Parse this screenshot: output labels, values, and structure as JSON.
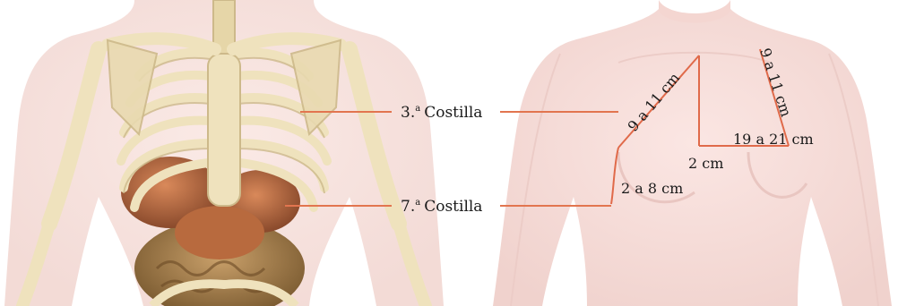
{
  "labels": {
    "rib3": {
      "prefix": "3.",
      "sup": "a",
      "name": "Costilla"
    },
    "rib7": {
      "prefix": "7.",
      "sup": "a",
      "name": "Costilla"
    }
  },
  "measurements": {
    "diagonal_left": "9 a 11 cm",
    "diagonal_right": "9 a 11 cm",
    "horizontal_right": "19 a 21 cm",
    "sternum_gap": "2 cm",
    "lower_left": "2 a 8 cm"
  },
  "colors": {
    "leader_line": "#e2754f",
    "measure_line": "#e06a4a",
    "bone": "#efe2bd",
    "bone_shadow": "#cdb98a",
    "skin": "#f6dcd8",
    "skin_shadow": "#ecc7c2",
    "muscle": "#c9784e",
    "organ_dark": "#8a4a2c"
  }
}
